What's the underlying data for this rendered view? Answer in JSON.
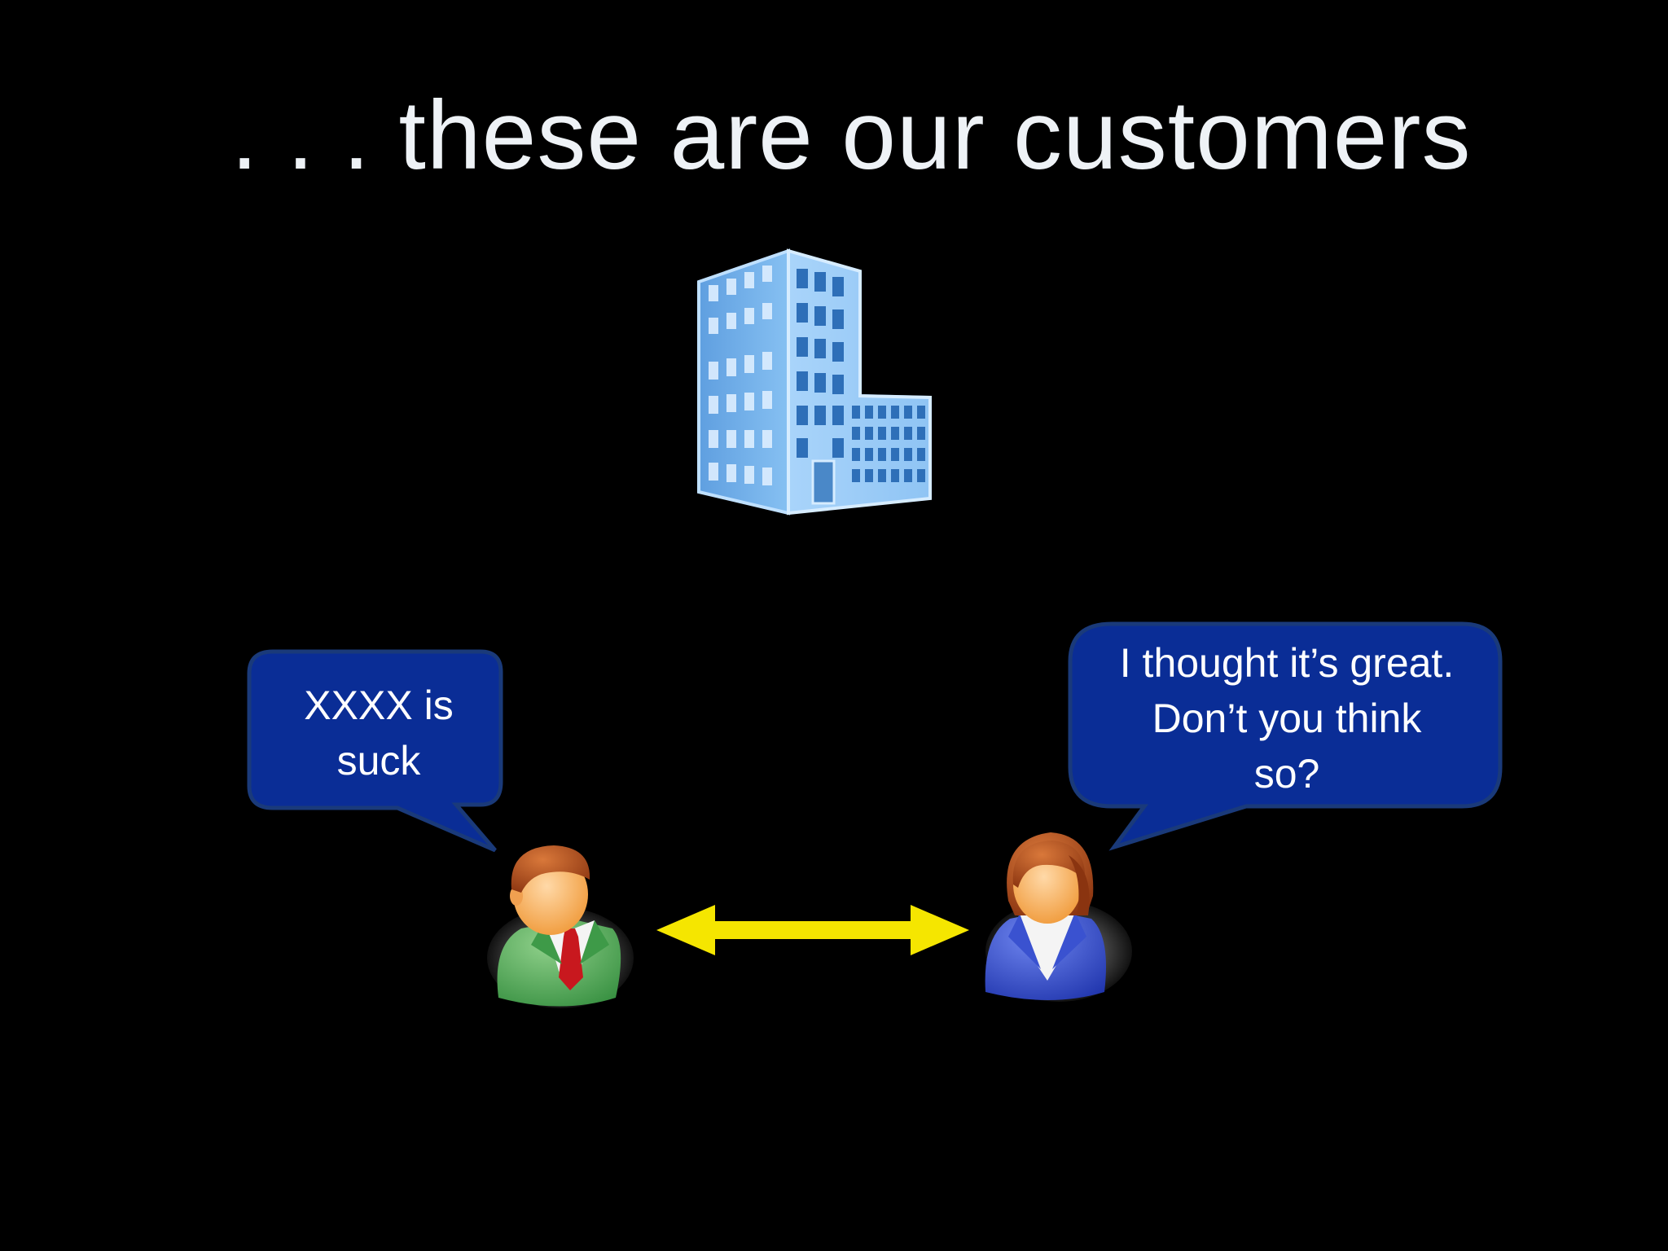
{
  "slide": {
    "title": ". . . these are our customers"
  },
  "left_person": {
    "speech_lines": [
      "XXXX is",
      "suck"
    ],
    "icon": "businessman-icon"
  },
  "right_person": {
    "speech_lines": [
      "I thought it’s great.",
      "Don’t you think",
      "so?"
    ],
    "icon": "businesswoman-icon"
  },
  "building": {
    "icon": "office-building-icon"
  },
  "connector": {
    "icon": "double-arrow-icon",
    "color": "#f5e600"
  },
  "colors": {
    "background": "#000000",
    "bubble_fill": "#0a2d96",
    "bubble_border": "#1a3a7a",
    "building_blue": "#7eb8ee",
    "title_text": "#eef2f6"
  }
}
